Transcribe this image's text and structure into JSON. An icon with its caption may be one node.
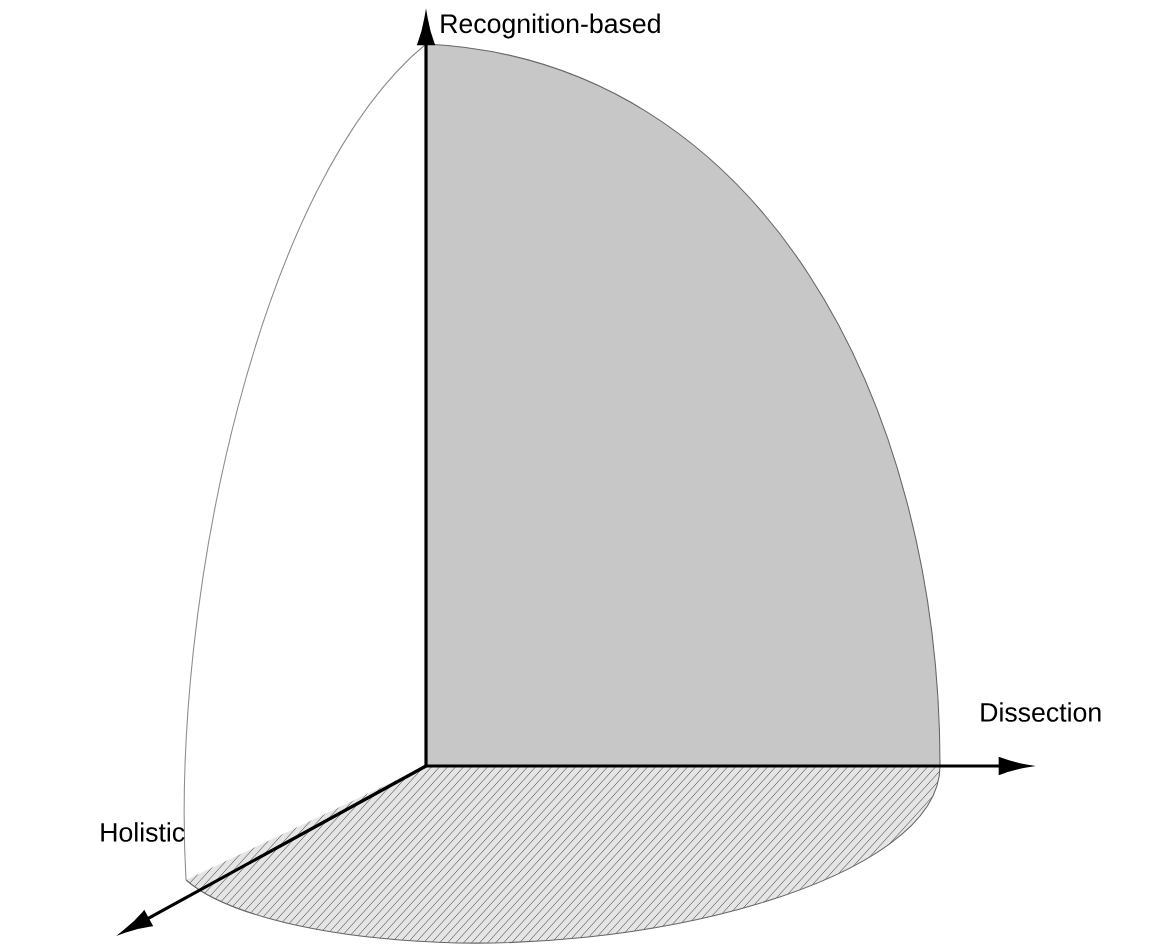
{
  "diagram": {
    "labels": [
      "Recognition-based",
      "Dissection",
      "Holistic"
    ]
  }
}
